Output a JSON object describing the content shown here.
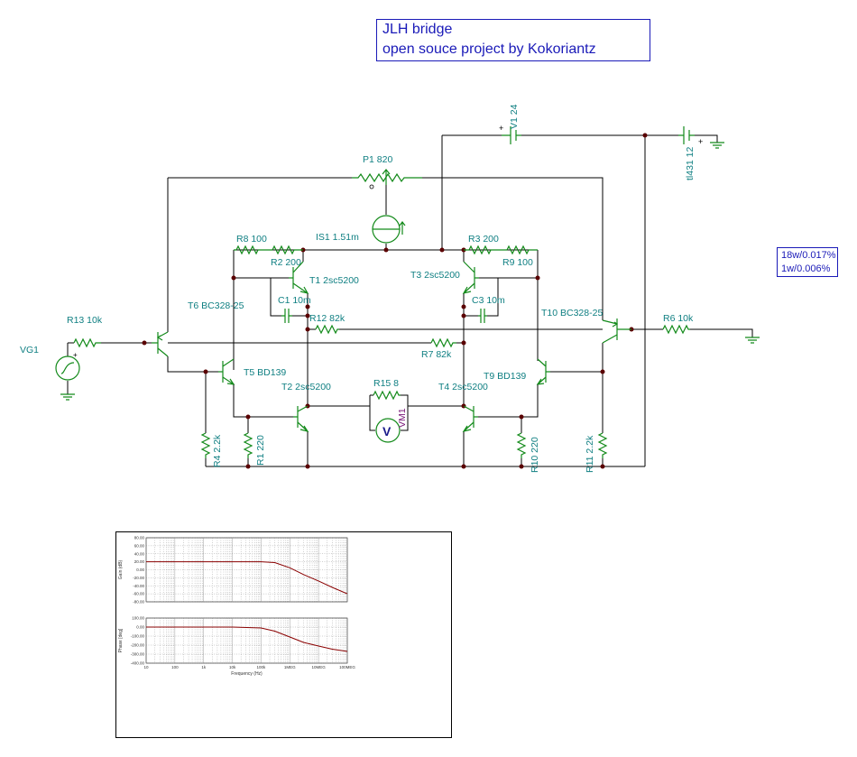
{
  "title": {
    "line1": "JLH bridge",
    "line2": " open souce project by Kokoriantz"
  },
  "notes": {
    "line1": "18w/0.017%",
    "line2": "1w/0.006%"
  },
  "components": {
    "V1": "V1 24",
    "tl431": "tl431 12",
    "P1": "P1 820",
    "IS1": "IS1 1.51m",
    "R8": "R8 100",
    "R2": "R2 200",
    "R3": "R3 200",
    "R9": "R9 100",
    "T1": "T1 2sc5200",
    "T3": "T3 2sc5200",
    "C1": "C1 10m",
    "C3": "C3 10m",
    "R12": "R12 82k",
    "R7": "R7 82k",
    "T6": "T6 BC328-25",
    "T10": "T10 BC328-25",
    "R13": "R13 10k",
    "R6": "R6 10k",
    "VG1": "VG1",
    "T5": "T5 BD139",
    "T9": "T9 BD139",
    "T2": "T2 2sc5200",
    "T4": "T4 2sc5200",
    "R15": "R15 8",
    "VM1": "VM1",
    "R4": "R4 2.2k",
    "R1": "R1 220",
    "R10": "R10 220",
    "R11": "R11 2.2k",
    "plus": "+"
  },
  "bode": {
    "gain_ylabel": "Gain (dB)",
    "phase_ylabel": "Phase [deg]",
    "xlabel": "Frequency (Hz)",
    "x_ticks": [
      "10",
      "100",
      "1k",
      "10k",
      "100k",
      "1MEG",
      "10MEG",
      "100MEG"
    ],
    "gain_ticks": [
      "80.00",
      "60.00",
      "40.00",
      "20.00",
      "0.00",
      "-20.00",
      "-40.00",
      "-60.00",
      "-80.00"
    ],
    "phase_ticks": [
      "100.00",
      "0.00",
      "-100.00",
      "-200.00",
      "-300.00",
      "-400.00"
    ]
  },
  "chart_data": {
    "type": "line",
    "x": [
      10,
      100,
      1000,
      10000,
      100000,
      300000,
      1000000,
      3000000,
      10000000,
      30000000,
      100000000
    ],
    "xlabel": "Frequency (Hz)",
    "xscale": "log",
    "series": [
      {
        "panel": "gain",
        "values": [
          20,
          20,
          20,
          20,
          20,
          18,
          5,
          -12,
          -28,
          -44,
          -60
        ]
      },
      {
        "panel": "phase",
        "values": [
          0,
          0,
          0,
          0,
          -10,
          -45,
          -110,
          -170,
          -210,
          -245,
          -270
        ]
      }
    ],
    "gain_ylim": [
      -80,
      80
    ],
    "phase_ylim": [
      -400,
      100
    ],
    "grid": true
  }
}
